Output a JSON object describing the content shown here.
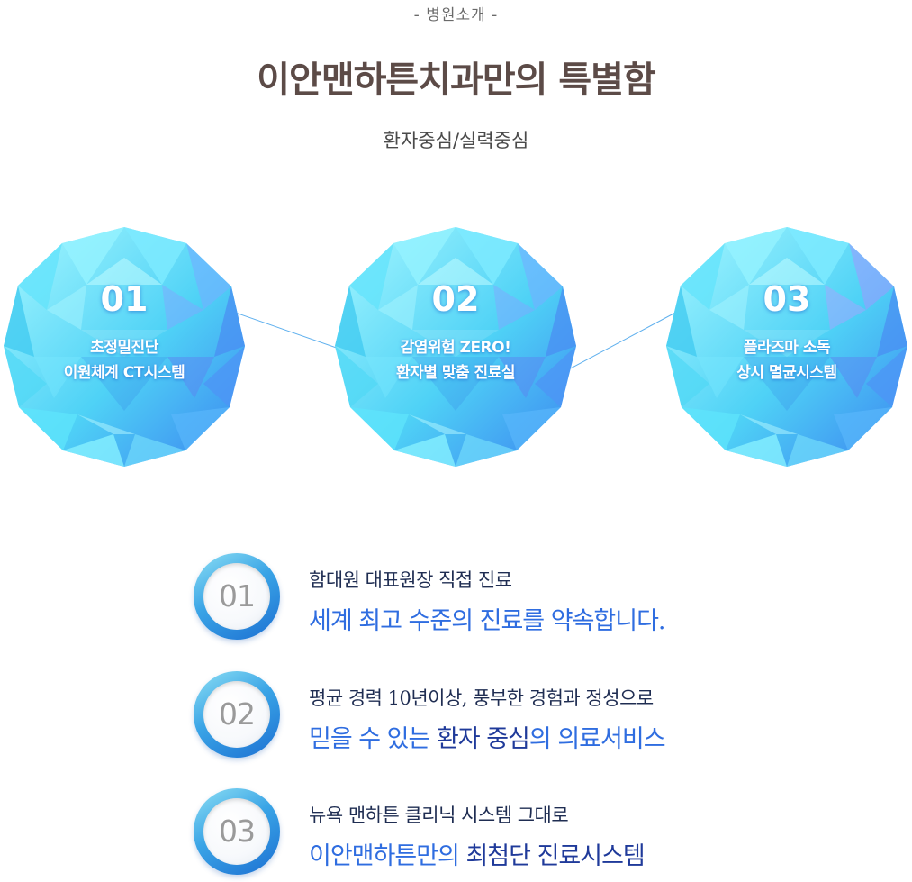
{
  "header": {
    "eyebrow": "- 병원소개 -",
    "title": "이안맨하튼치과만의 특별함",
    "subtitle": "환자중심/실력중심"
  },
  "gems": [
    {
      "number": "01",
      "line1": "초정밀진단",
      "line2": "이원체계 CT시스템"
    },
    {
      "number": "02",
      "line1": "감염위험 ZERO!",
      "line2": "환자별 맞춤 진료실"
    },
    {
      "number": "03",
      "line1": "플라즈마 소독",
      "line2": "상시 멸균시스템"
    }
  ],
  "features": [
    {
      "number": "01",
      "line1": "함대원 대표원장 직접 진료",
      "line2": "세계 최고 수준의 진료를 약속합니다."
    },
    {
      "number": "02",
      "line1": "평균 경력 10년이상, 풍부한 경험과 정성으로",
      "line2a": "믿을 수 있는 ",
      "line2b": "환자 중심",
      "line2c": "의 의료서비스"
    },
    {
      "number": "03",
      "line1": "뉴욕  맨하튼 클리닉 시스템 그대로",
      "line2a": "이안맨하튼만의 ",
      "line2b": "최첨단 진료시스템"
    }
  ],
  "colors": {
    "title": "#5c4b47",
    "feature_heading": "#1f2d52",
    "feature_highlight": "#2f6de0",
    "gem_light": "#8ff3ff",
    "gem_dark": "#3a7af0"
  },
  "icons": {
    "gem": "geodesic-gem-icon",
    "badge": "number-ring-badge"
  }
}
